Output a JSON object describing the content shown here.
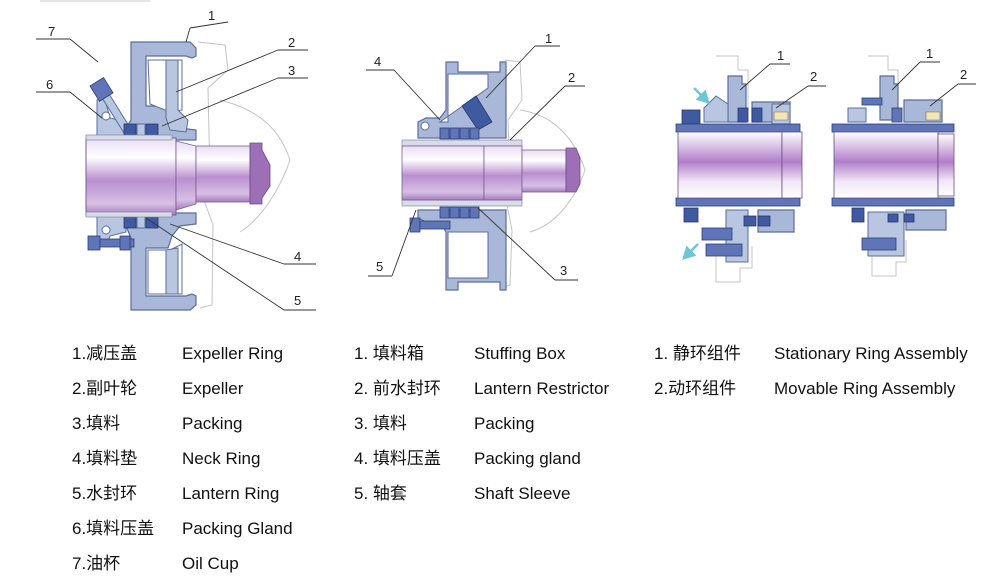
{
  "diagrams": [
    {
      "id": "packing-seal-expeller",
      "callouts": [
        "1",
        "2",
        "3",
        "4",
        "5",
        "6",
        "7"
      ]
    },
    {
      "id": "packing-seal-stuffing-box",
      "callouts": [
        "1",
        "2",
        "3",
        "4",
        "5"
      ]
    },
    {
      "id": "mechanical-seal",
      "callouts_left": [
        "1",
        "2"
      ],
      "callouts_right": [
        "1",
        "2"
      ]
    }
  ],
  "legends": [
    {
      "items": [
        {
          "cn": "1.减压盖",
          "en": "Expeller Ring"
        },
        {
          "cn": "2.副叶轮",
          "en": "Expeller"
        },
        {
          "cn": "3.填料",
          "en": "Packing"
        },
        {
          "cn": "4.填料垫",
          "en": "Neck Ring"
        },
        {
          "cn": "5.水封环",
          "en": "Lantern Ring"
        },
        {
          "cn": "6.填料压盖",
          "en": "Packing Gland"
        },
        {
          "cn": "7.油杯",
          "en": "Oil Cup"
        }
      ]
    },
    {
      "items": [
        {
          "cn": "1. 填料箱",
          "en": "Stuffing Box"
        },
        {
          "cn": "2. 前水封环",
          "en": "Lantern Restrictor"
        },
        {
          "cn": "3. 填料",
          "en": "Packing"
        },
        {
          "cn": "4. 填料压盖",
          "en": "Packing gland"
        },
        {
          "cn": "5. 轴套",
          "en": "Shaft Sleeve"
        }
      ]
    },
    {
      "items": [
        {
          "cn": "1. 静环组件",
          "en": "Stationary Ring Assembly"
        },
        {
          "cn": "2.动环组件",
          "en": "Movable Ring Assembly"
        }
      ]
    }
  ],
  "colors": {
    "shaft": "#b98fcf",
    "housing": "#a9b8d8",
    "packing": "#3f5aa0",
    "flow_arrow": "#6cc6d6"
  }
}
